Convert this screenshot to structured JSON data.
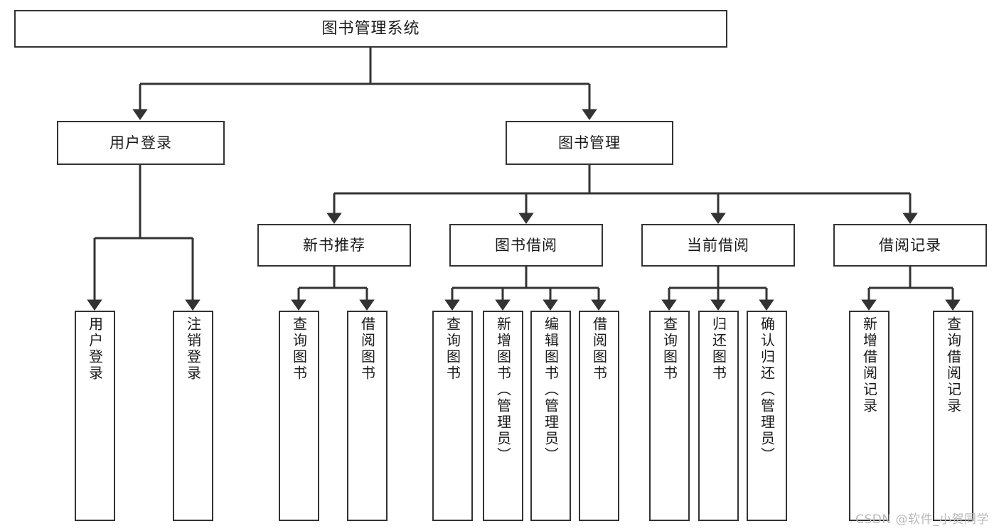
{
  "diagram": {
    "title": "图书管理系统",
    "type": "tree",
    "watermark": "CSDN @软件_小贺同学",
    "colors": {
      "box_border": "#333333",
      "box_fill": "#ffffff",
      "connector": "#333333",
      "text": "#1a1a1a",
      "watermark": "#b9b9b9",
      "background": "#ffffff"
    },
    "root": {
      "label": "图书管理系统"
    },
    "level1": [
      {
        "label": "用户登录"
      },
      {
        "label": "图书管理"
      }
    ],
    "level2": [
      {
        "label": "新书推荐"
      },
      {
        "label": "图书借阅"
      },
      {
        "label": "当前借阅"
      },
      {
        "label": "借阅记录"
      }
    ],
    "leaves": {
      "user_login": [
        {
          "label": "用户登录"
        },
        {
          "label": "注销登录"
        }
      ],
      "new_book_recommend": [
        {
          "label": "查询图书"
        },
        {
          "label": "借阅图书"
        }
      ],
      "book_borrow": [
        {
          "label": "查询图书"
        },
        {
          "label": "新增图书（管理员）"
        },
        {
          "label": "编辑图书（管理员）"
        },
        {
          "label": "借阅图书"
        }
      ],
      "current_borrow": [
        {
          "label": "查询图书"
        },
        {
          "label": "归还图书"
        },
        {
          "label": "确认归还（管理员）"
        }
      ],
      "borrow_record": [
        {
          "label": "新增借阅记录"
        },
        {
          "label": "查询借阅记录"
        }
      ]
    }
  }
}
